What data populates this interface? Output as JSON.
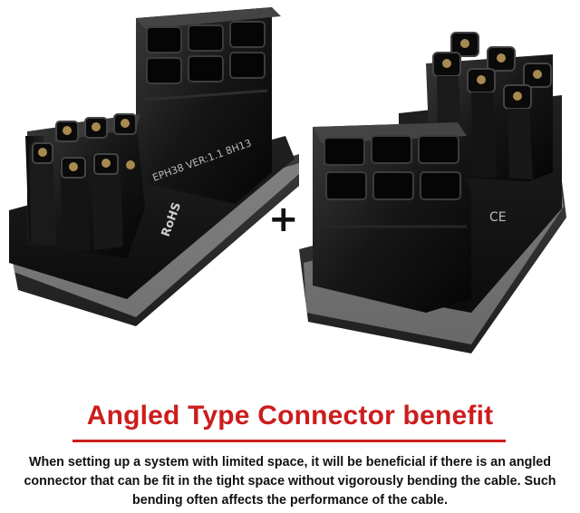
{
  "photo": {
    "left_adapter": {
      "markings": [
        "RoHS",
        "EPH38 VER:1.1 8H13"
      ]
    },
    "plus_sign": "+"
  },
  "caption": {
    "title": "Angled Type Connector benefit",
    "text": "When setting up a system with limited space, it will be beneficial if there is an angled connector that can be fit in the tight space without vigorously bending the cable. Such bending often affects the performance of the cable."
  },
  "colors": {
    "title": "#cc1d1d",
    "connector": "#161616",
    "pad": "#2a2a2a"
  }
}
